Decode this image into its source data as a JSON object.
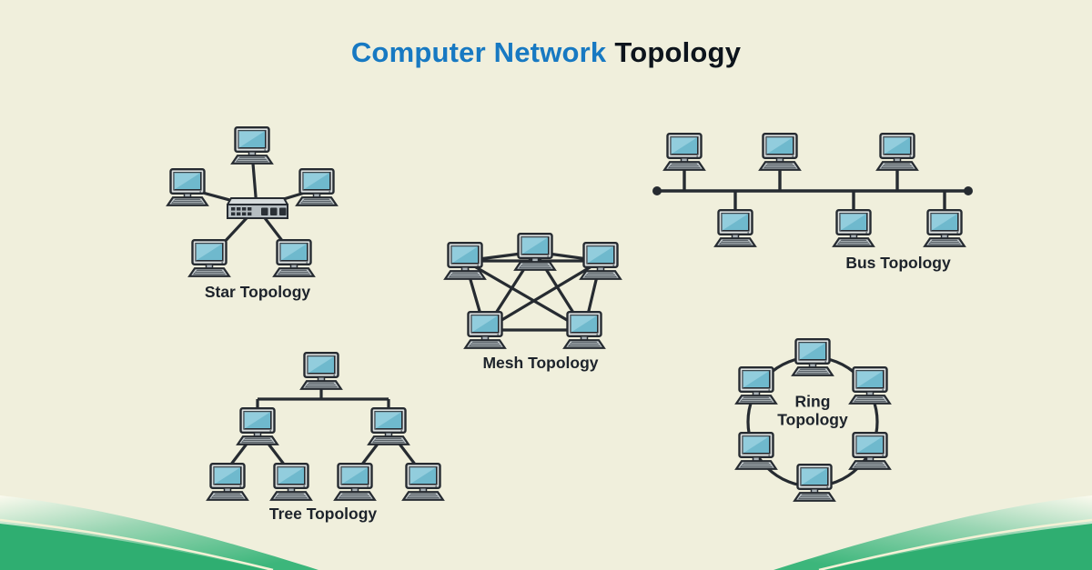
{
  "title": {
    "highlight": "Computer Network",
    "rest": "Topology"
  },
  "colors": {
    "background": "#f0efdc",
    "title_blue": "#1779c2",
    "title_dark": "#0d141c",
    "label_text": "#1d232b",
    "connection_line": "#262b31",
    "monitor_screen": "#6fb9cd",
    "monitor_frame": "#dfe3e3",
    "wave_green_solid": "#2fae71",
    "wave_green_light": "#9bd6b4",
    "wave_cream_line": "#f4f1d6"
  },
  "topologies": {
    "star": {
      "label": "Star Topology",
      "computers": 5,
      "hub": "switch"
    },
    "mesh": {
      "label": "Mesh Topology",
      "computers": 5,
      "connections": 10
    },
    "bus": {
      "label": "Bus Topology",
      "computers": 6
    },
    "tree": {
      "label": "Tree Topology",
      "computers": 7,
      "levels": 3
    },
    "ring": {
      "label_line1": "Ring",
      "label_line2": "Topology",
      "computers": 6
    }
  }
}
